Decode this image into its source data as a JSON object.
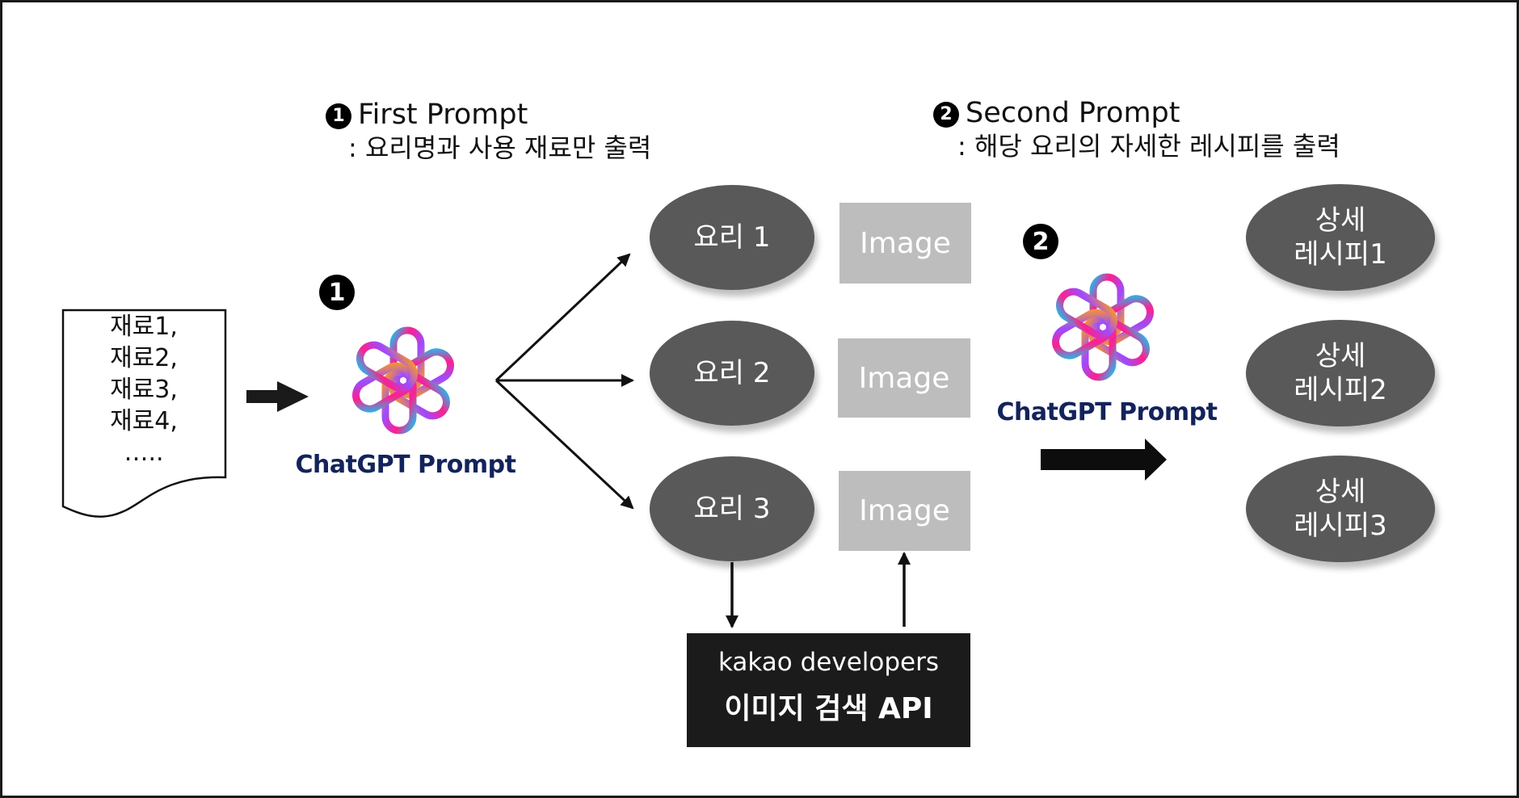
{
  "first_prompt": {
    "number": "1",
    "title": "First Prompt",
    "description": ": 요리명과 사용 재료만 출력"
  },
  "second_prompt": {
    "number": "2",
    "title": "Second Prompt",
    "description": ": 해당 요리의 자세한 레시피를 출력"
  },
  "ingredients_doc": {
    "lines": [
      "재료1,",
      "재료2,",
      "재료3,",
      "재료4,",
      "….."
    ]
  },
  "gpt1": {
    "badge": "1",
    "label": "ChatGPT Prompt"
  },
  "gpt2": {
    "badge": "2",
    "label": "ChatGPT Prompt"
  },
  "dishes": [
    {
      "label": "요리 1"
    },
    {
      "label": "요리 2"
    },
    {
      "label": "요리 3"
    }
  ],
  "images": [
    {
      "label": "Image"
    },
    {
      "label": "Image"
    },
    {
      "label": "Image"
    }
  ],
  "kakao": {
    "brand": "kakao developers",
    "api": "이미지 검색 API"
  },
  "recipes": [
    {
      "line1": "상세",
      "line2": "레시피1"
    },
    {
      "line1": "상세",
      "line2": "레시피2"
    },
    {
      "line1": "상세",
      "line2": "레시피3"
    }
  ],
  "colors": {
    "ellipse": "#595959",
    "image_box": "#bdbdbd",
    "kakao_box": "#1b1b1c",
    "gpt_label": "#13235b"
  }
}
